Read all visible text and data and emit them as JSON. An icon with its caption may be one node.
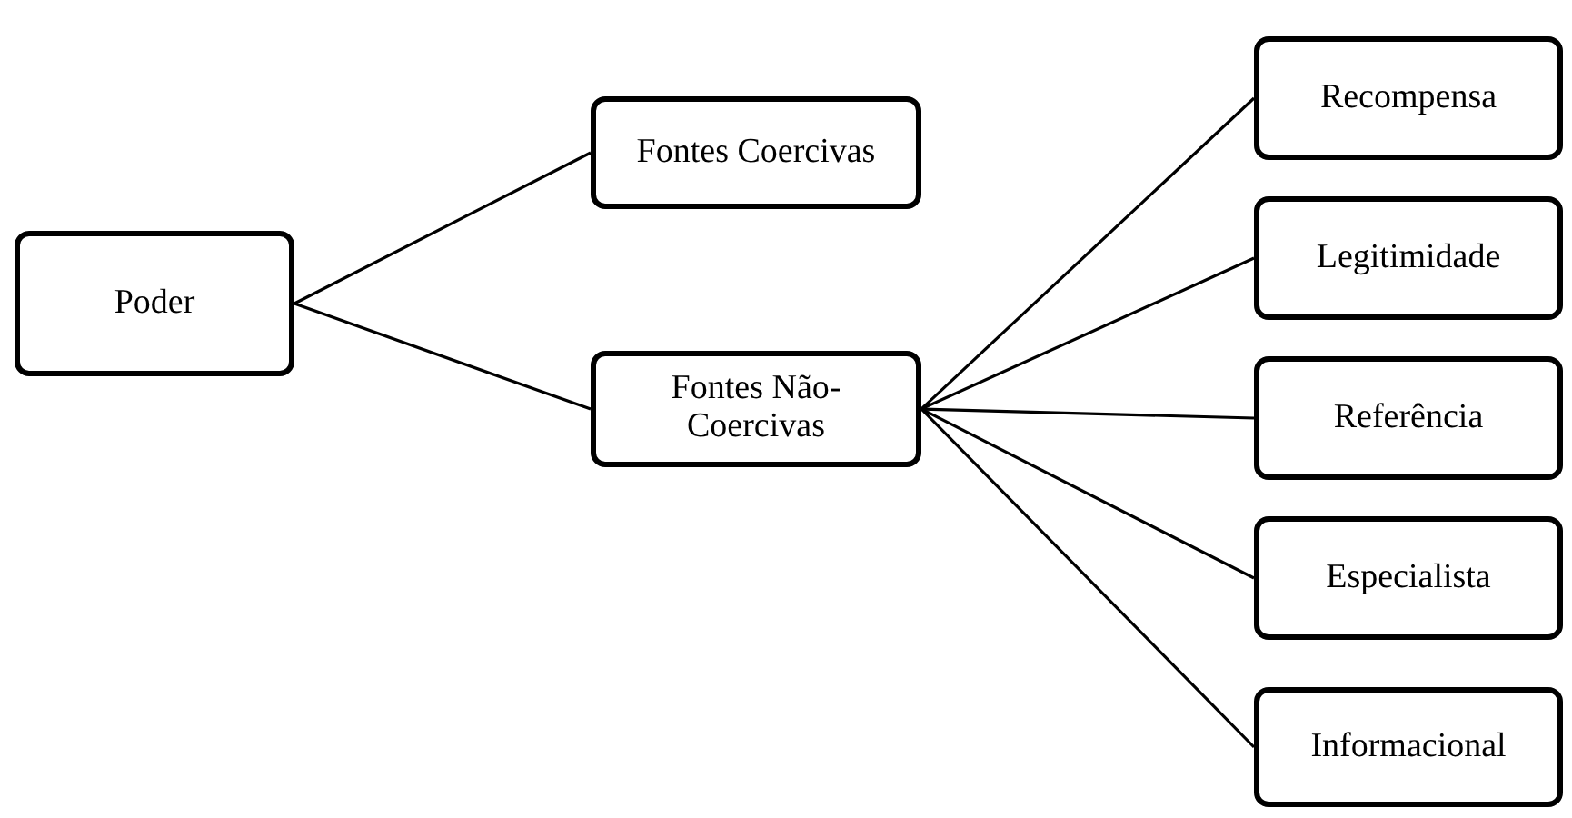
{
  "diagram": {
    "nodes": [
      {
        "text": [
          "Poder"
        ]
      },
      {
        "text": [
          "Fontes Coercivas"
        ]
      },
      {
        "text": [
          "Fontes Não-Coercivas"
        ]
      },
      {
        "text": [
          "Recompensa"
        ]
      },
      {
        "text": [
          "Legitimidade"
        ]
      },
      {
        "text": [
          "Referência"
        ]
      },
      {
        "text": [
          "Especialista"
        ]
      },
      {
        "text": [
          "Informacional"
        ]
      }
    ],
    "edges": [
      {
        "from": 0,
        "to": 1,
        "arrow": "none"
      },
      {
        "from": 0,
        "to": 2,
        "arrow": "none"
      },
      {
        "from": 2,
        "to": 3,
        "arrow": "none"
      },
      {
        "from": 2,
        "to": 4,
        "arrow": "none"
      },
      {
        "from": 2,
        "to": 5,
        "arrow": "none"
      },
      {
        "from": 2,
        "to": 6,
        "arrow": "none"
      },
      {
        "from": 2,
        "to": 7,
        "arrow": "none"
      }
    ]
  }
}
